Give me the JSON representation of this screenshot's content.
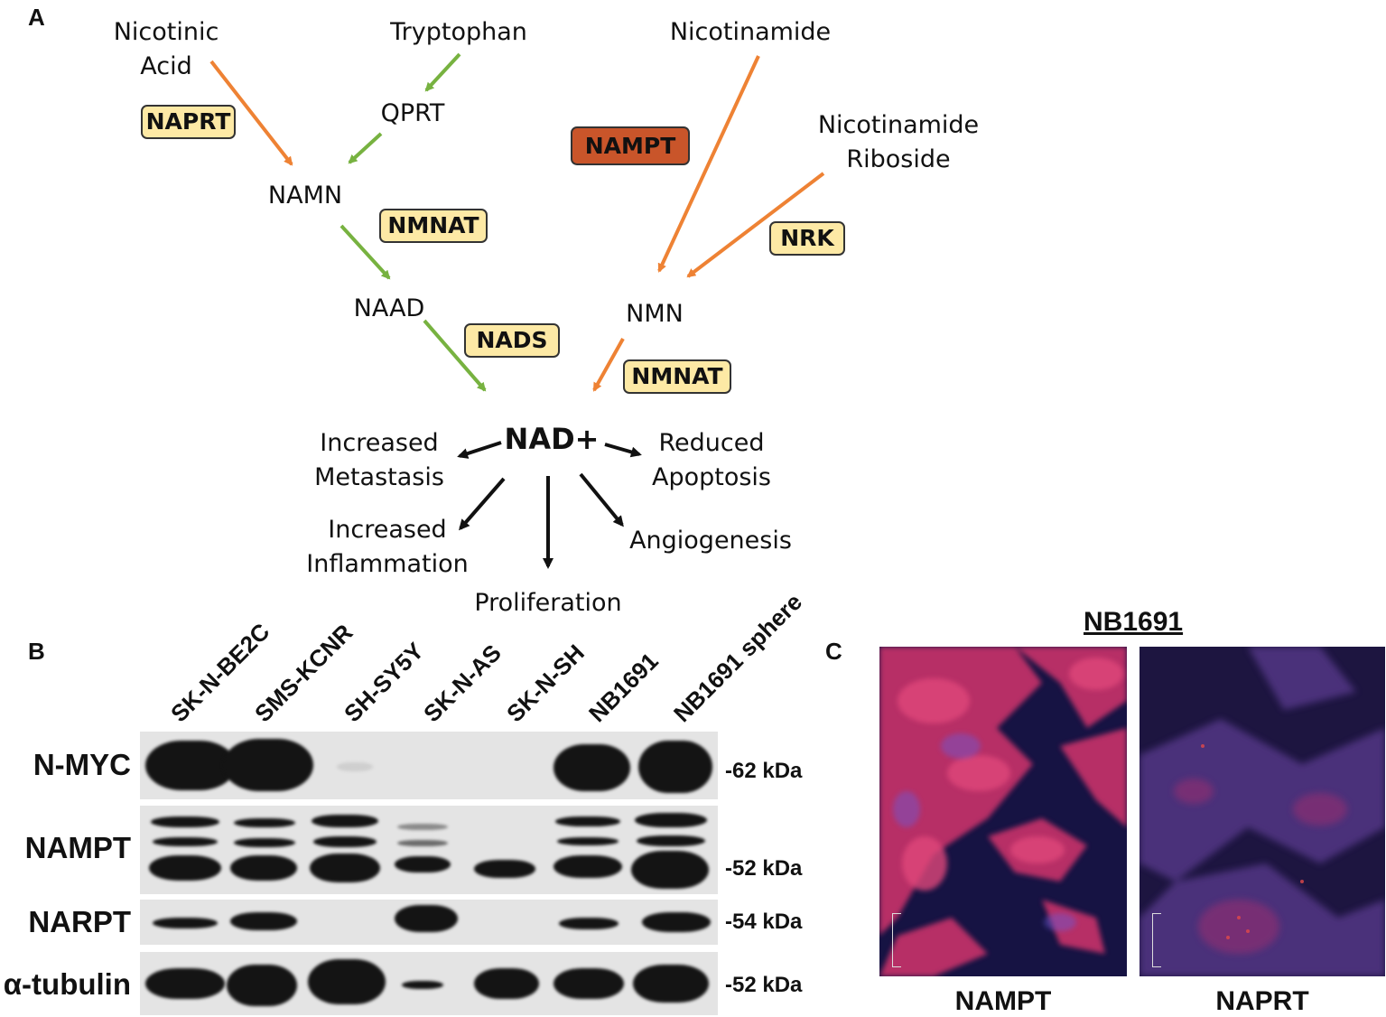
{
  "panels": {
    "a": "A",
    "b": "B",
    "c": "C"
  },
  "pathway": {
    "nodes": {
      "nicotinic_acid": [
        "Nicotinic",
        "Acid"
      ],
      "tryptophan": "Tryptophan",
      "qprt": "QPRT",
      "namn": "NAMN",
      "naad": "NAAD",
      "nicotinamide": "Nicotinamide",
      "nicotinamide_riboside": [
        "Nicotinamide",
        "Riboside"
      ],
      "nmn": "NMN",
      "nad": "NAD+"
    },
    "enzymes": {
      "naprt": "NAPRT",
      "nmnat_left": "NMNAT",
      "nads": "NADS",
      "nampt": "NAMPT",
      "nrk": "NRK",
      "nmnat_right": "NMNAT"
    },
    "outcomes": {
      "metastasis": [
        "Increased",
        "Metastasis"
      ],
      "apoptosis": [
        "Reduced",
        "Apoptosis"
      ],
      "inflammation": [
        "Increased",
        "Inflammation"
      ],
      "angiogenesis": "Angiogenesis",
      "proliferation": "Proliferation"
    },
    "colors": {
      "orange": "#ee8234",
      "green": "#77b240",
      "black": "#111111",
      "enzyme_fill": "#fde9a5",
      "nampt_fill": "#c9552a"
    }
  },
  "western": {
    "lanes": [
      "SK-N-BE2C",
      "SMS-KCNR",
      "SH-SY5Y",
      "SK-N-AS",
      "SK-N-SH",
      "NB1691",
      "NB1691 sphere"
    ],
    "rows": [
      {
        "label": "N-MYC",
        "kda": [
          "-62 kDa"
        ]
      },
      {
        "label": "NAMPT",
        "kda": [
          "-52 kDa"
        ]
      },
      {
        "label": "NARPT",
        "kda": [
          "-54 kDa"
        ]
      },
      {
        "label": "α-tubulin",
        "kda": [
          "-52 kDa"
        ]
      }
    ]
  },
  "micrographs": {
    "title": "NB1691",
    "images": [
      {
        "caption": "NAMPT",
        "stain": "high"
      },
      {
        "caption": "NAPRT",
        "stain": "low"
      }
    ]
  }
}
